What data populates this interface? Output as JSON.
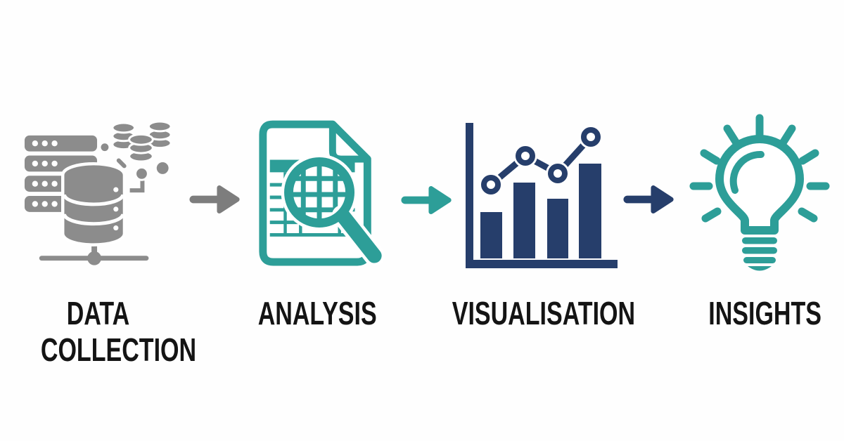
{
  "canvas": {
    "background": "#fefefe"
  },
  "colors": {
    "icon_gray": "#8c8c8c",
    "icon_teal": "#2d9e98",
    "icon_navy": "#263e6b",
    "arrow_gray": "#7d7d7d",
    "label_text": "#141414"
  },
  "steps": [
    {
      "id": "data-collection",
      "lines": [
        "DATA",
        "COLLECTION"
      ],
      "icon": "database-servers-icon",
      "icon_color": "#8c8c8c"
    },
    {
      "id": "analysis",
      "lines": [
        "ANALYSIS"
      ],
      "icon": "spreadsheet-magnifier-icon",
      "icon_color": "#2d9e98"
    },
    {
      "id": "visualisation",
      "lines": [
        "VISUALISATION"
      ],
      "icon": "bar-line-chart-icon",
      "icon_color": "#263e6b"
    },
    {
      "id": "insights",
      "lines": [
        "INSIGHTS"
      ],
      "icon": "lightbulb-icon",
      "icon_color": "#2d9e98"
    }
  ],
  "arrows": [
    {
      "id": "arrow-1",
      "color": "#7d7d7d"
    },
    {
      "id": "arrow-2",
      "color": "#2d9e98"
    },
    {
      "id": "arrow-3",
      "color": "#263e6b"
    }
  ]
}
